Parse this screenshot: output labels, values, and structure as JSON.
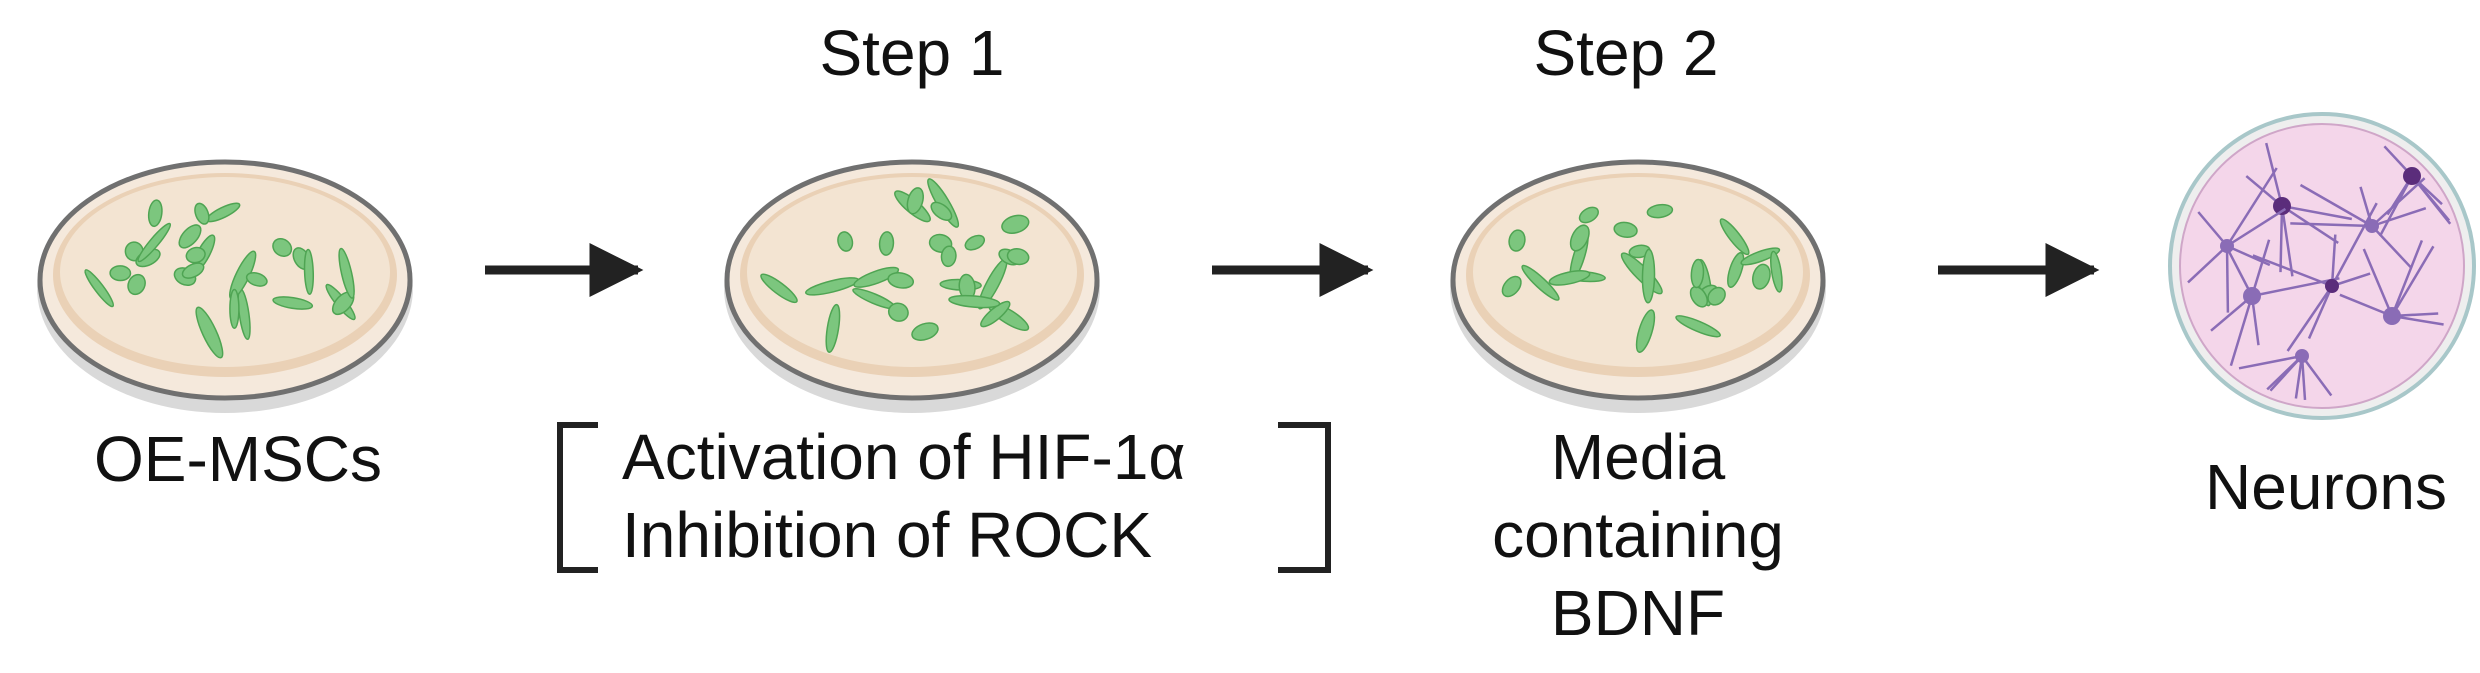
{
  "colors": {
    "dish_fill": "#f3e4d2",
    "dish_rim": "#6f6f6f",
    "cell_fill": "#7cc67e",
    "cell_dark": "#4fa453",
    "neuron_bg": "#f3d3e9",
    "neuron_line": "#8a6cb6",
    "neuron_dark": "#5b2d7b",
    "arrow": "#222222"
  },
  "steps": [
    {
      "step_label": "",
      "caption": [
        "OE-MSCs"
      ],
      "icon": "petri-dish-icon"
    },
    {
      "step_label": "Step 1",
      "caption": [
        "Activation of HIF-1α",
        "Inhibition of ROCK"
      ],
      "icon": "petri-dish-icon",
      "bracketed": true
    },
    {
      "step_label": "Step 2",
      "caption": [
        "Media",
        "containing",
        "BDNF"
      ],
      "icon": "petri-dish-icon"
    },
    {
      "step_label": "",
      "caption": [
        "Neurons"
      ],
      "icon": "neuron-culture-icon"
    }
  ],
  "arrows": [
    "arrow-right-icon",
    "arrow-right-icon",
    "arrow-right-icon"
  ]
}
